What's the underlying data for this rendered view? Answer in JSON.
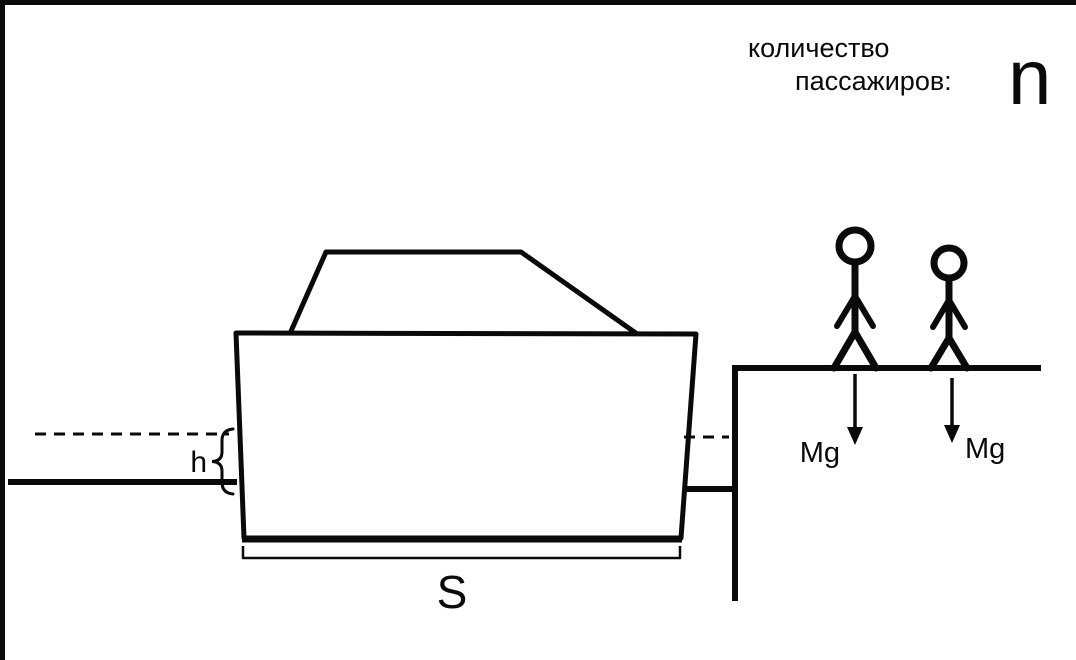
{
  "title": {
    "line1": "количество",
    "line2": "пассажиров:",
    "symbol": "n"
  },
  "labels": {
    "draft_height": "h",
    "boat_length": "S",
    "weight_left": "Mg",
    "weight_right": "Mg"
  },
  "colors": {
    "ink": "#0a0a0a",
    "background": "#ffffff"
  }
}
